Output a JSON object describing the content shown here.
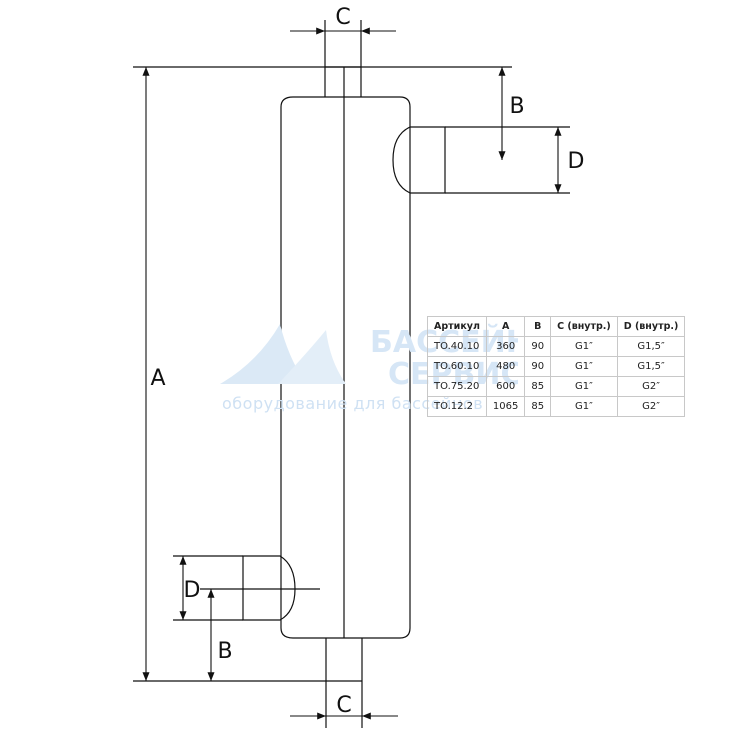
{
  "dimensions": {
    "c_top": "C",
    "b_top": "B",
    "d_top": "D",
    "a_side": "A",
    "d_bottom": "D",
    "b_bottom": "B",
    "c_bottom": "C"
  },
  "watermark": {
    "name_line1": "БАССЕЙН",
    "name_line2": "СЕРВИС",
    "tagline": "оборудование для бассейнов"
  },
  "spec_table": {
    "headers": [
      "Артикул",
      "A",
      "B",
      "C (внутр.)",
      "D (внутр.)"
    ],
    "rows": [
      [
        "TO.40.10",
        "360",
        "90",
        "G1″",
        "G1,5″"
      ],
      [
        "TO.60.10",
        "480",
        "90",
        "G1″",
        "G1,5″"
      ],
      [
        "TO.75.20",
        "600",
        "85",
        "G1″",
        "G2″"
      ],
      [
        "TO.12.2",
        "1065",
        "85",
        "G1″",
        "G2″"
      ]
    ]
  },
  "colors": {
    "line": "#111111",
    "watermark": "#d6e6f6",
    "table_border": "#c8c8c8"
  }
}
